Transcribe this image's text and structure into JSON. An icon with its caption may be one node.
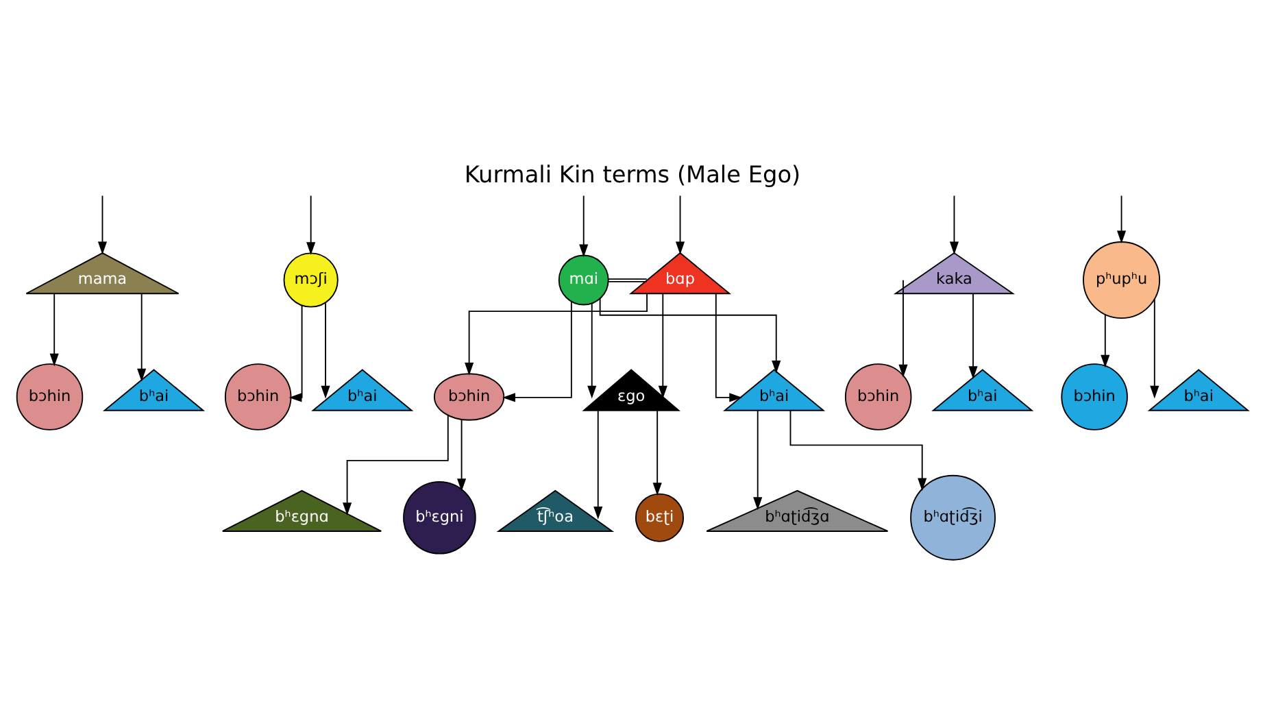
{
  "diagram": {
    "title": "Kurmali Kin terms (Male Ego)",
    "nodes": [
      {
        "text": [
          "mama"
        ]
      },
      {
        "text": [
          "mɔʃi"
        ]
      },
      {
        "text": [
          "mɑi"
        ]
      },
      {
        "text": [
          "bɑp"
        ]
      },
      {
        "text": [
          "kaka"
        ]
      },
      {
        "text": [
          "pʰupʰu"
        ]
      },
      {
        "text": [
          "bɔhin"
        ]
      },
      {
        "text": [
          "bʰai"
        ]
      },
      {
        "text": [
          "bɔhin"
        ]
      },
      {
        "text": [
          "bʰai"
        ]
      },
      {
        "text": [
          "bɔhin"
        ]
      },
      {
        "text": [
          "ɛgo"
        ]
      },
      {
        "text": [
          "bʰai"
        ]
      },
      {
        "text": [
          "bɔhin"
        ]
      },
      {
        "text": [
          "bʰai"
        ]
      },
      {
        "text": [
          "bɔhin"
        ]
      },
      {
        "text": [
          "bʰai"
        ]
      },
      {
        "text": [
          "bʰɛgnɑ"
        ]
      },
      {
        "text": [
          "bʰɛgni"
        ]
      },
      {
        "text": [
          "t͡ʃʰoa"
        ]
      },
      {
        "text": [
          "bɛʈi"
        ]
      },
      {
        "text": [
          "bʰɑʈid͡ʒɑ"
        ]
      },
      {
        "text": [
          "bʰɑʈid͡ʒi"
        ]
      }
    ],
    "edges": [
      {
        "from": null,
        "to": 0,
        "arrow": "to"
      },
      {
        "from": null,
        "to": 1,
        "arrow": "to"
      },
      {
        "from": null,
        "to": 2,
        "arrow": "to"
      },
      {
        "from": null,
        "to": 3,
        "arrow": "to"
      },
      {
        "from": null,
        "to": 4,
        "arrow": "to"
      },
      {
        "from": null,
        "to": 5,
        "arrow": "to"
      },
      {
        "from": 2,
        "to": 3,
        "arrow": "none"
      },
      {
        "from": 2,
        "to": 10,
        "arrow": "to"
      },
      {
        "from": 2,
        "to": 11,
        "arrow": "to"
      },
      {
        "from": 2,
        "to": 12,
        "arrow": "to"
      },
      {
        "from": 3,
        "to": 10,
        "arrow": "to"
      },
      {
        "from": 3,
        "to": 11,
        "arrow": "to"
      },
      {
        "from": 3,
        "to": 12,
        "arrow": "to"
      },
      {
        "from": 0,
        "to": 6,
        "arrow": "to"
      },
      {
        "from": 0,
        "to": 7,
        "arrow": "to"
      },
      {
        "from": 1,
        "to": 8,
        "arrow": "to"
      },
      {
        "from": 1,
        "to": 9,
        "arrow": "to"
      },
      {
        "from": 4,
        "to": 13,
        "arrow": "to"
      },
      {
        "from": 4,
        "to": 14,
        "arrow": "to"
      },
      {
        "from": 5,
        "to": 15,
        "arrow": "to"
      },
      {
        "from": 5,
        "to": 16,
        "arrow": "to"
      },
      {
        "from": 10,
        "to": 17,
        "arrow": "to"
      },
      {
        "from": 10,
        "to": 18,
        "arrow": "to"
      },
      {
        "from": 11,
        "to": 19,
        "arrow": "to"
      },
      {
        "from": 11,
        "to": 20,
        "arrow": "to"
      },
      {
        "from": 12,
        "to": 21,
        "arrow": "to"
      },
      {
        "from": 12,
        "to": 22,
        "arrow": "to"
      }
    ]
  }
}
